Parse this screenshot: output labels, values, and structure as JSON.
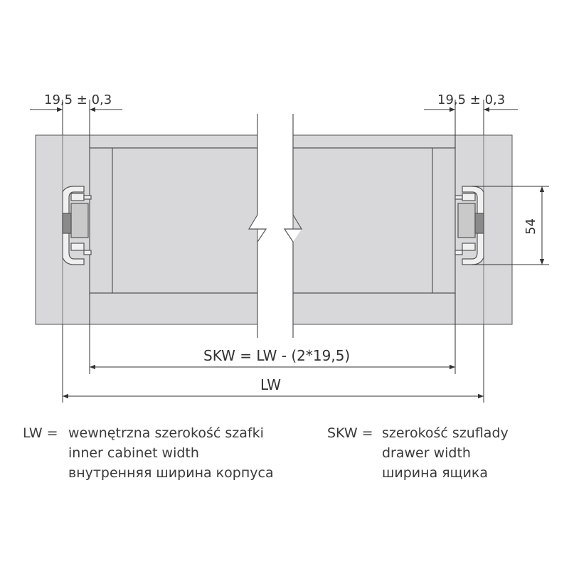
{
  "dimensions": {
    "left_offset": "19,5 ± 0,3",
    "right_offset": "19,5 ± 0,3",
    "rail_height": "54",
    "drawer_width_formula": "SKW = LW - (2*19,5)",
    "cabinet_width": "LW"
  },
  "legend": {
    "lw_key": "LW =",
    "lw_lines": [
      "wewnętrzna szerokość szafki",
      "inner cabinet width",
      "внутренняя ширина корпуса"
    ],
    "skw_key": "SKW =",
    "skw_lines": [
      "szerokość szuflady",
      "drawer width",
      "ширина ящика"
    ]
  },
  "colors": {
    "cabinet_fill": "#d8d8da",
    "line": "#333333",
    "rail_fill": "#f0f0f0",
    "rail_metal": "#8a8a8a"
  }
}
